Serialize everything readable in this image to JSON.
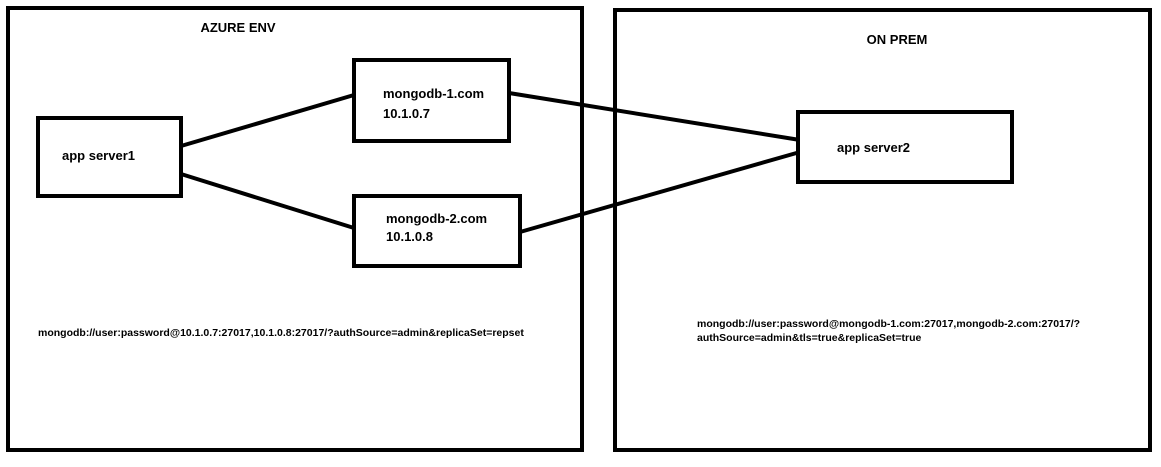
{
  "azure": {
    "title": "AZURE ENV",
    "app_server": "app server1",
    "mongo1": {
      "host": "mongodb-1.com",
      "ip": "10.1.0.7"
    },
    "mongo2": {
      "host": "mongodb-2.com",
      "ip": "10.1.0.8"
    },
    "connection_string": "mongodb://user:password@10.1.0.7:27017,10.1.0.8:27017/?authSource=admin&replicaSet=repset"
  },
  "onprem": {
    "title": "ON PREM",
    "app_server": "app server2",
    "connection_string_line1": "mongodb://user:password@mongodb-1.com:27017,mongodb-2.com:27017/?",
    "connection_string_line2": "authSource=admin&tls=true&replicaSet=true"
  }
}
